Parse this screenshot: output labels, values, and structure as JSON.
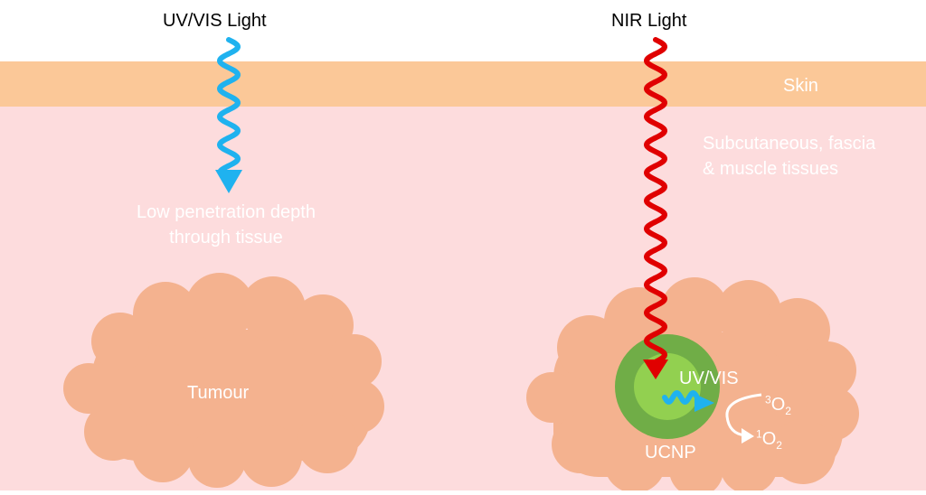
{
  "colors": {
    "skin": "#fbc898",
    "tissue": "#fddcdd",
    "tumour": "#f4b28f",
    "uv_wave": "#1fb2ef",
    "nir_wave": "#e00000",
    "ucnp_outer": "#70ad47",
    "ucnp_inner": "#92d050",
    "label_white": "#ffffff",
    "label_black": "#000000"
  },
  "labels": {
    "uv_vis_light": "UV/VIS Light",
    "nir_light": "NIR Light",
    "skin": "Skin",
    "subcutaneous_line1": "Subcutaneous, fascia",
    "subcutaneous_line2": "& muscle tissues",
    "low_penetration_line1": "Low penetration depth",
    "low_penetration_line2": "through tissue",
    "tumour": "Tumour",
    "uv_vis": "UV/VIS",
    "ucnp": "UCNP",
    "triplet_sup": "3",
    "triplet_base": "O",
    "triplet_sub": "2",
    "singlet_sup": "1",
    "singlet_base": "O",
    "singlet_sub": "2"
  },
  "icons": {
    "uv_wave": "wavy-down-arrow",
    "nir_wave": "wavy-down-arrow",
    "emission_wave": "wavy-right-arrow",
    "conversion_arrow": "curved-arrow"
  }
}
